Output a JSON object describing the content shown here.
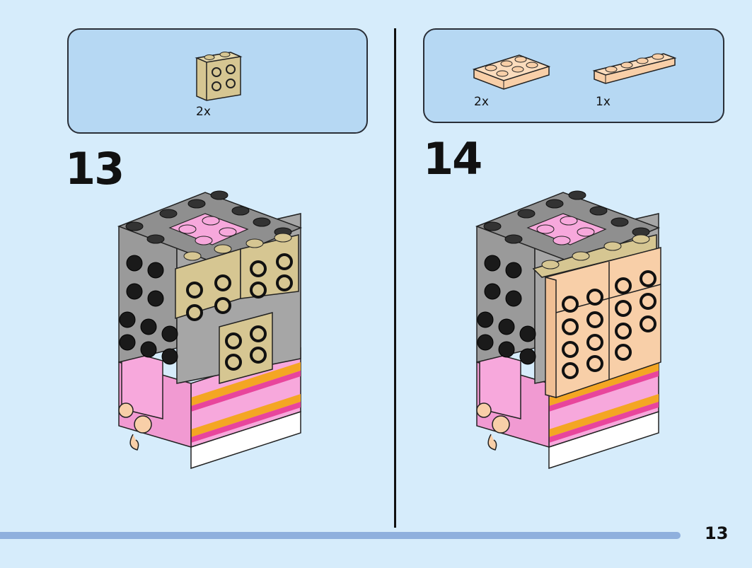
{
  "steps": [
    {
      "number": "13",
      "parts": [
        {
          "quantity": "2x",
          "part": "tan 2x2 brick with studs on side"
        }
      ]
    },
    {
      "number": "14",
      "parts": [
        {
          "quantity": "2x",
          "part": "light nougat 2x3 plate"
        },
        {
          "quantity": "1x",
          "part": "light nougat 1x4 plate"
        }
      ]
    }
  ],
  "page_number": "13",
  "colors": {
    "background": "#d6ecfb",
    "parts_box": "#b6d8f3",
    "tan": "#d6c692",
    "light_nougat": "#f8cfa8",
    "dark_gray": "#9a9a9a",
    "black": "#1a1a1a",
    "pink": "#f7a8dc",
    "magenta": "#e8459c",
    "orange": "#f4a623",
    "progress": "#8fb0dd"
  }
}
